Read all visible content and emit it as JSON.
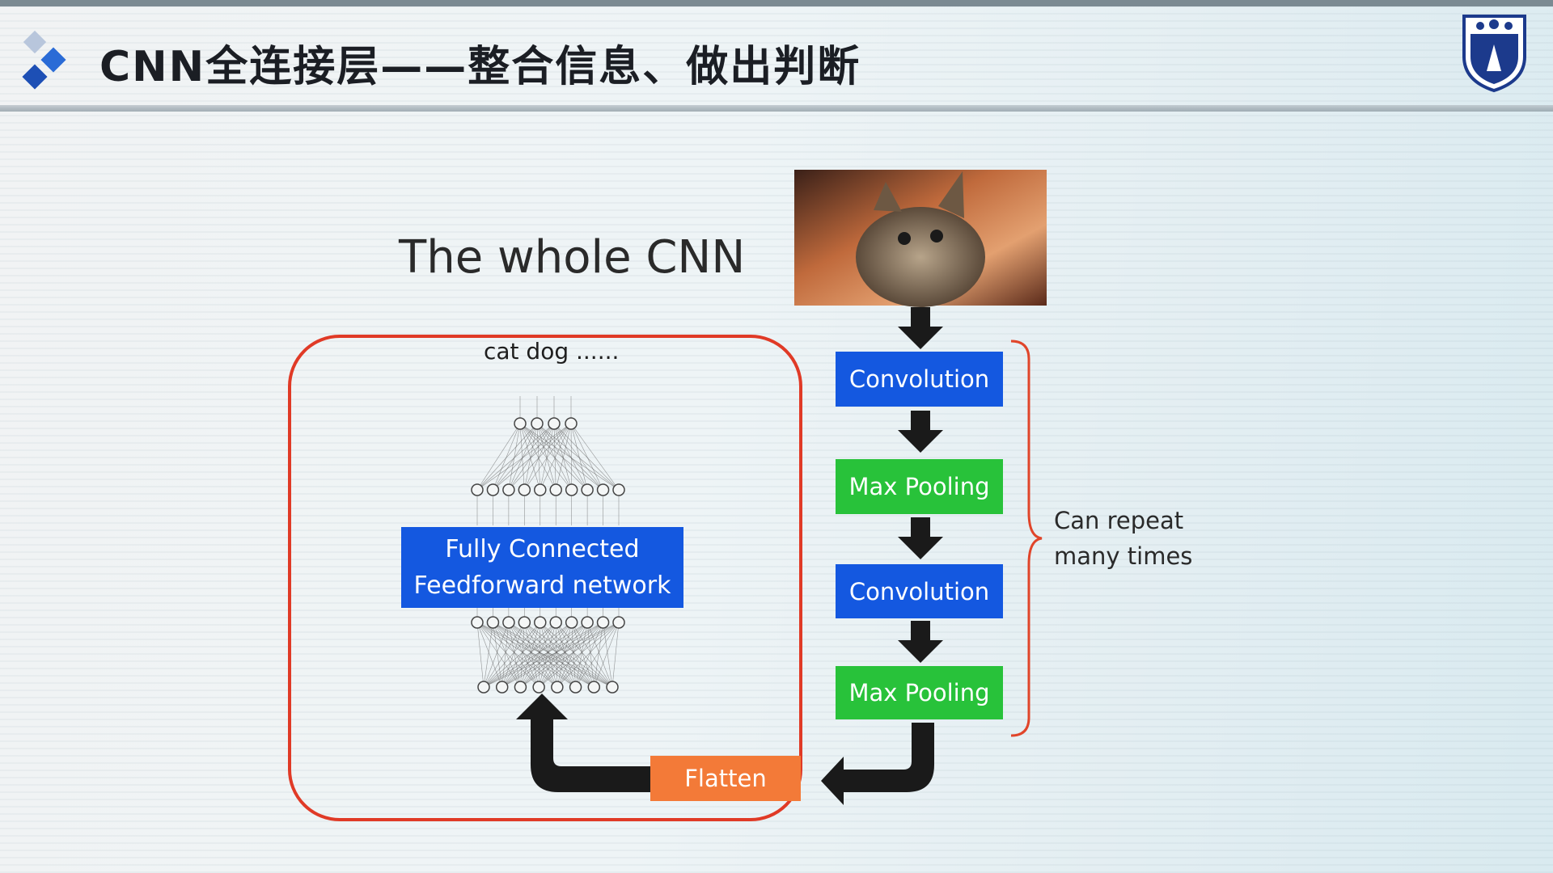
{
  "header": {
    "title": "CNN全连接层——整合信息、做出判断"
  },
  "slide": {
    "subtitle": "The whole CNN",
    "outputs_label": "cat dog ......",
    "fc_block": {
      "line1": "Fully Connected",
      "line2": "Feedforward network"
    },
    "pipeline": [
      {
        "label": "Convolution",
        "color": "#1458e0"
      },
      {
        "label": "Max Pooling",
        "color": "#28c23a"
      },
      {
        "label": "Convolution",
        "color": "#1458e0"
      },
      {
        "label": "Max Pooling",
        "color": "#28c23a"
      }
    ],
    "flatten_label": "Flatten",
    "repeat_note": {
      "line1": "Can repeat",
      "line2": "many times"
    }
  },
  "colors": {
    "accent_blue": "#1458e0",
    "green": "#28c23a",
    "orange": "#f37a38",
    "highlight_red": "#e03a26"
  }
}
